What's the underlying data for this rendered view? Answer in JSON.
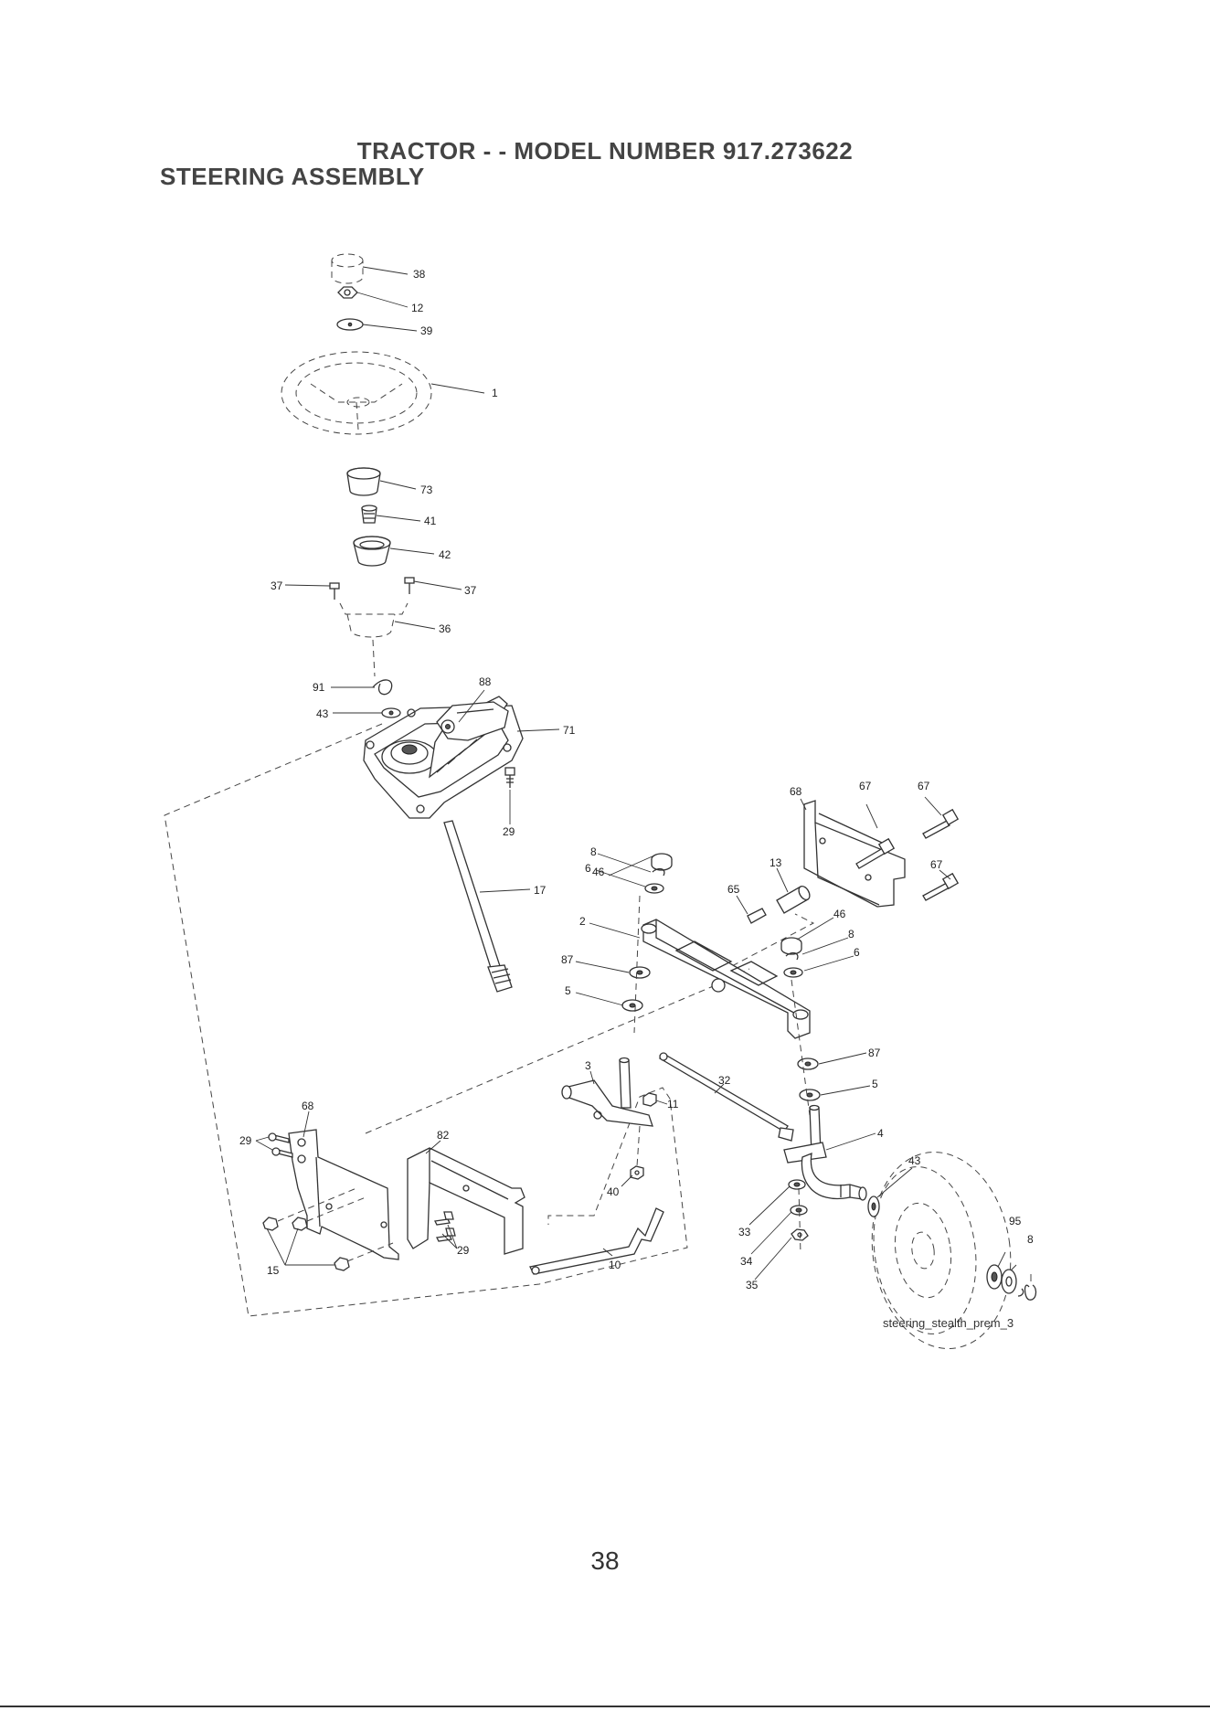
{
  "header": {
    "title": "TRACTOR - - MODEL NUMBER 917.273622",
    "section": "STEERING ASSEMBLY"
  },
  "callouts": {
    "c38": "38",
    "c12": "12",
    "c39": "39",
    "c1": "1",
    "c73": "73",
    "c41": "41",
    "c42": "42",
    "c37a": "37",
    "c37b": "37",
    "c36": "36",
    "c91": "91",
    "c88": "88",
    "c43a": "43",
    "c71": "71",
    "c29a": "29",
    "c17": "17",
    "c68a": "68",
    "c67a": "67",
    "c67b": "67",
    "c67c": "67",
    "c46a": "46",
    "c8a": "8",
    "c6a": "6",
    "c13": "13",
    "c65": "65",
    "c2": "2",
    "c46b": "46",
    "c8b": "8",
    "c6b": "6",
    "c87a": "87",
    "c5a": "5",
    "c87b": "87",
    "c5b": "5",
    "c3": "3",
    "c32": "32",
    "c11": "11",
    "c4": "4",
    "c68b": "68",
    "c29b": "29",
    "c82": "82",
    "c40": "40",
    "c43b": "43",
    "c95": "95",
    "c8c": "8",
    "c33": "33",
    "c34": "34",
    "c35": "35",
    "c29c": "29",
    "c15": "15",
    "c10": "10"
  },
  "caption": "steering_stealth_prem_3",
  "page_number": "38"
}
